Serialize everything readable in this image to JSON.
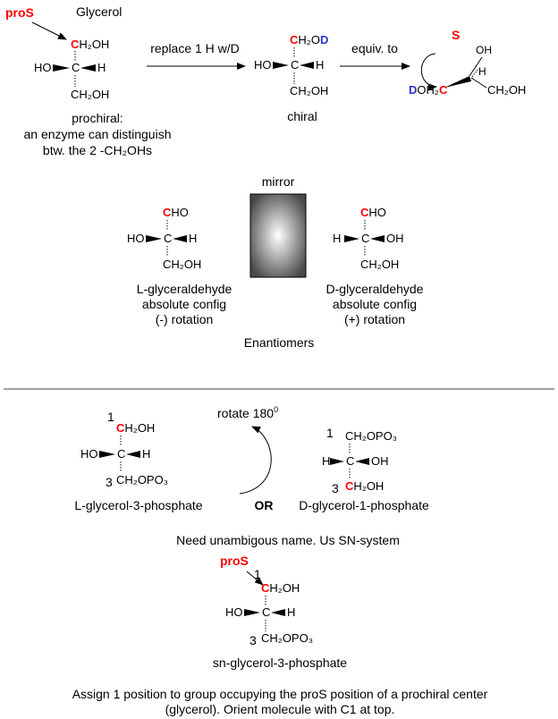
{
  "glycerol": {
    "title": "Glycerol",
    "pros_label": "proS",
    "c1_c": "C",
    "c1_rest": "H₂OH",
    "left_sub": "HO",
    "center_c": "C",
    "right_sub": "H",
    "bottom": "CH₂OH",
    "desc_1": "prochiral:",
    "desc_2": "an enzyme can distinguish",
    "desc_3": "btw. the 2 -CH₂OHs"
  },
  "replace_arrow_label": "replace 1 H w/D",
  "chiral": {
    "top_c": "C",
    "top_mid": "H₂O",
    "top_d": "D",
    "left_sub": "HO",
    "center_c": "C",
    "right_sub": "H",
    "bottom": "CH₂OH",
    "caption": "chiral"
  },
  "equiv_arrow_label": "equiv. to",
  "zigzag": {
    "config": "S",
    "oh": "OH",
    "h": "H",
    "d_letter": "D",
    "left_mid": "OH₂",
    "left_c": "C",
    "right": "CH₂OH"
  },
  "mirror": {
    "label": "mirror"
  },
  "l_glyceraldehyde": {
    "top_c": "C",
    "top_rest": "HO",
    "left_sub": "HO",
    "center_c": "C",
    "right_sub": "H",
    "bottom": "CH₂OH",
    "name": "L-glyceraldehyde",
    "config": "absolute config",
    "rotation": "(-) rotation"
  },
  "d_glyceraldehyde": {
    "top_c": "C",
    "top_rest": "HO",
    "left_sub": "H",
    "center_c": "C",
    "right_sub": "OH",
    "bottom": "CH₂OH",
    "name": "D-glyceraldehyde",
    "config": "absolute config",
    "rotation": "(+) rotation"
  },
  "enantiomers_label": "Enantiomers",
  "l_g3p": {
    "num_top": "1",
    "top_c": "C",
    "top_rest": "H₂OH",
    "left_sub": "HO",
    "center_c": "C",
    "right_sub": "H",
    "num_bottom": "3",
    "bottom": "CH₂OPO₃",
    "name": "L-glycerol-3-phosphate"
  },
  "rotate_label": "rotate 180",
  "rotate_sup": "0",
  "or_label": "OR",
  "d_g1p": {
    "num_top": "1",
    "top": "CH₂OPO₃",
    "left_sub": "H",
    "center_c": "C",
    "right_sub": "OH",
    "num_bottom": "3",
    "bottom_c": "C",
    "bottom_rest": "H₂OH",
    "name": "D-glycerol-1-phosphate"
  },
  "need_label": "Need unambigous name.  Us SN-system",
  "sn": {
    "pros_label": "proS",
    "num_top": "1",
    "top_c": "C",
    "top_rest": "H₂OH",
    "left_sub": "HO",
    "center_c": "C",
    "right_sub": "H",
    "num_bottom": "3",
    "bottom": "CH₂OPO₃",
    "name": "sn-glycerol-3-phosphate"
  },
  "footer_1": "Assign 1 position to group occupying the proS position of a prochiral center",
  "footer_2": "(glycerol).  Orient molecule with C1 at top.",
  "colors": {
    "red": "#ff0000",
    "blue": "#2f2fd0",
    "black": "#000000"
  }
}
